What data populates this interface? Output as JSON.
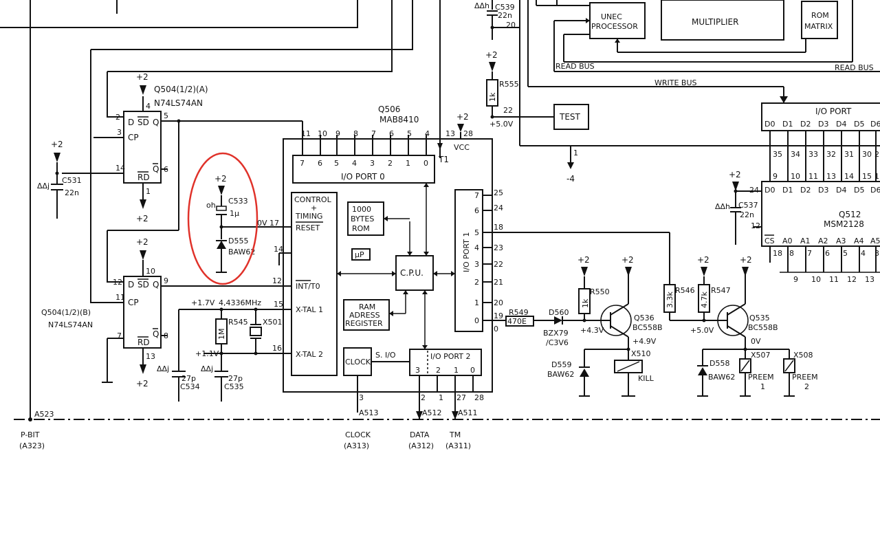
{
  "schematic": {
    "ic_q504a": {
      "ref": "Q504(1/2)(A)",
      "part": "N74LS74AN",
      "pins": {
        "p2": "2",
        "p3": "3",
        "p4": "4",
        "p5": "5",
        "p6": "6",
        "p1": "1",
        "p14": "14"
      },
      "labels": {
        "d": "D",
        "sd": "SD",
        "q": "Q",
        "cp": "CP",
        "rd": "RD",
        "qn": "Q"
      },
      "supply": "+2"
    },
    "ic_q504b": {
      "ref": "Q504(1/2)(B)",
      "part": "N74LS74AN",
      "pins": {
        "p12": "12",
        "p11": "11",
        "p10": "10",
        "p9": "9",
        "p8": "8",
        "p7": "7",
        "p13": "13"
      },
      "labels": {
        "d": "D",
        "sd": "SD",
        "q": "Q",
        "cp": "CP",
        "rd": "RD",
        "qn": "Q"
      },
      "supply_top": "+2",
      "supply_bottom": "+2"
    },
    "c531": {
      "ref": "C531",
      "value": "22n",
      "node": "ΔΔj",
      "supply": "+2"
    },
    "c533": {
      "ref": "C533",
      "value": "1μ",
      "node": "oh",
      "supply": "+2"
    },
    "d555": {
      "ref": "D555",
      "part": "BAW62"
    },
    "q506": {
      "ref": "Q506",
      "part": "MAB8410",
      "top_pins": [
        "11",
        "10",
        "9",
        "8",
        "7",
        "6",
        "5",
        "4",
        "13",
        "28"
      ],
      "port0_bits": [
        "7",
        "6",
        "5",
        "4",
        "3",
        "2",
        "1",
        "0"
      ],
      "port0_label": "I/O PORT 0",
      "t1": "T1",
      "vcc": "VCC",
      "vcc_supply": "+2",
      "control": [
        "CONTROL",
        "+",
        "TIMING"
      ],
      "reset": "RESET",
      "rom": [
        "1000",
        "BYTES",
        "ROM"
      ],
      "up": "μP",
      "cpu": "C.P.U.",
      "int": "INT/T0",
      "xtal1": "X-TAL 1",
      "xtal2": "X-TAL 2",
      "ram": [
        "RAM",
        "ADRESS",
        "REGISTER"
      ],
      "clock": "CLOCK",
      "sio": "S. I/O",
      "port2_label": "I/O PORT 2",
      "port2_bits": [
        "3",
        "2",
        "1",
        "0"
      ],
      "port2_pins": [
        "2",
        "1",
        "27",
        "28"
      ],
      "clock_pin": "3",
      "port1_label": "I/O PORT 1",
      "port1_bits": [
        "7",
        "6",
        "5",
        "4",
        "3",
        "2",
        "1",
        "0"
      ],
      "port1_pins": [
        "25",
        "24",
        "18",
        "23",
        "22",
        "21",
        "20",
        "19"
      ],
      "pin17": "0V 17",
      "pin14": "14",
      "pin12": "12",
      "pin15": "15",
      "pin16": "16",
      "xtal1_volt": "+1.7V",
      "xtal_freq": "4,4336MHz",
      "xtal2_volt": "+1.1V"
    },
    "r545": {
      "ref": "R545",
      "value": "1M"
    },
    "x501": {
      "ref": "X501"
    },
    "c534": {
      "ref": "C534",
      "value": "27p",
      "node": "ΔΔj"
    },
    "c535": {
      "ref": "C535",
      "value": "27p",
      "node": "ΔΔj"
    },
    "r549": {
      "ref": "R549",
      "value": "470E",
      "out": "0"
    },
    "d560": {
      "ref": "D560",
      "part": "BZX79",
      "sub": "/C3V6"
    },
    "r550": {
      "ref": "R550",
      "value": "1k",
      "supply": "+2"
    },
    "q536": {
      "ref": "Q536",
      "part": "BC558B",
      "supply": "+2",
      "v_base": "+4.3V",
      "v_col": "+4.9V"
    },
    "x510": {
      "ref": "X510",
      "label": "KILL"
    },
    "d559": {
      "ref": "D559",
      "part": "BAW62"
    },
    "r546": {
      "ref": "R546",
      "value": "3.3k"
    },
    "r547": {
      "ref": "R547",
      "value": "4.7k",
      "supply": "+2",
      "v": "+5.0V"
    },
    "q535": {
      "ref": "Q535",
      "part": "BC558B",
      "supply": "+2",
      "v": "0V"
    },
    "d558": {
      "ref": "D558",
      "part": "BAW62"
    },
    "x507": {
      "ref": "X507",
      "label": [
        "PREEM",
        "1"
      ]
    },
    "x508": {
      "ref": "X508",
      "label": [
        "PREEM",
        "2"
      ]
    },
    "c539": {
      "ref": "C539",
      "value": "22n",
      "node": "ΔΔh",
      "pin": "20"
    },
    "r555": {
      "ref": "R555",
      "value": "1k",
      "supply": "+2",
      "pin": "22",
      "v": "+5.0V"
    },
    "test": "TEST",
    "unec": [
      "UNEC",
      "PROCESSOR"
    ],
    "multiplier": "MULTIPLIER",
    "rom_matrix": [
      "ROM",
      "MATRIX"
    ],
    "read_bus": "READ BUS",
    "read_bus2": "READ BUS",
    "write_bus": "WRITE BUS",
    "io_port_right": "I/O PORT",
    "d_labels": [
      "D0",
      "D1",
      "D2",
      "D3",
      "D4",
      "D5",
      "D6"
    ],
    "d_pins": [
      "35",
      "34",
      "33",
      "32",
      "31",
      "30",
      "2"
    ],
    "q512": {
      "ref": "Q512",
      "part": "MSM2128",
      "cs": "CS",
      "pin24": "24",
      "pin12": "12",
      "pin18": "18",
      "top_pins": [
        "9",
        "10",
        "11",
        "13",
        "14",
        "15",
        "1"
      ],
      "d_labels": [
        "D0",
        "D1",
        "D2",
        "D3",
        "D4",
        "D5",
        "D6"
      ],
      "a_labels": [
        "A0",
        "A1",
        "A2",
        "A3",
        "A4",
        "A5"
      ],
      "a_pins": [
        "8",
        "7",
        "6",
        "5",
        "4",
        "3"
      ],
      "bottom_pins": [
        "9",
        "10",
        "11",
        "12",
        "13"
      ],
      "supply": "+2"
    },
    "c537": {
      "ref": "C537",
      "value": "22n",
      "node": "ΔΔh"
    },
    "minus4": "-4",
    "pin1": "1",
    "a523": "A523",
    "pbit": [
      "P-BIT",
      "(A323)"
    ],
    "a513": "A513",
    "clock_out": [
      "CLOCK",
      "(A313)"
    ],
    "a512": "A512",
    "data_out": [
      "DATA",
      "(A312)"
    ],
    "a511": "A511",
    "tm_out": [
      "TM",
      "(A311)"
    ],
    "highlight_color": "#e0322a"
  }
}
